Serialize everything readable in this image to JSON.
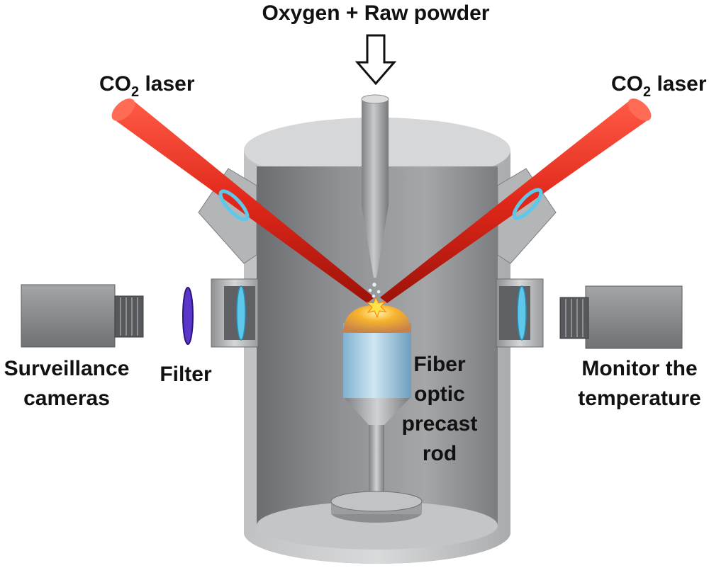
{
  "labels": {
    "feed": "Oxygen + Raw powder",
    "laser_left_prefix": "CO",
    "laser_left_sub": "2",
    "laser_left_suffix": " laser",
    "laser_right_prefix": "CO",
    "laser_right_sub": "2",
    "laser_right_suffix": " laser",
    "camera_line1": "Surveillance",
    "camera_line2": "cameras",
    "filter": "Filter",
    "monitor_line1": "Monitor the",
    "monitor_line2": "temperature",
    "rod_line1": "Fiber",
    "rod_line2": "optic",
    "rod_line3": "precast",
    "rod_line4": "rod"
  },
  "colors": {
    "laser": "#d42a1c",
    "window": "#5ec8ea",
    "filter": "#5b37c9",
    "chamber": "#a7a9ab",
    "rod": "#9ccbe4",
    "melt": "#f5a623"
  }
}
